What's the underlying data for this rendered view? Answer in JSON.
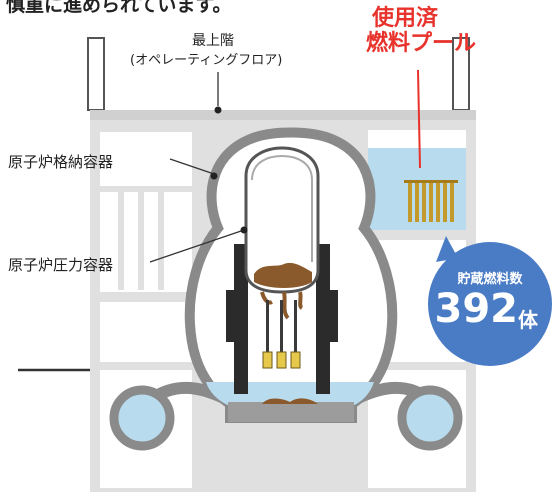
{
  "caption_top": "慎重に進められています。",
  "top_floor": {
    "title": "最上階",
    "subtitle": "(オペレーティングフロア)"
  },
  "labels": {
    "containment_vessel": "原子炉格納容器",
    "pressure_vessel": "原子炉圧力容器"
  },
  "spent_fuel_pool": {
    "title_line1": "使用済",
    "title_line2": "燃料プール"
  },
  "fuel_badge": {
    "label": "貯蔵燃料数",
    "count": "392",
    "unit": "体"
  },
  "colors": {
    "accent_red": "#e8322c",
    "badge_blue": "#4a7cc6",
    "water_blue": "#b8dcee",
    "building_gray": "#dedede",
    "vessel_gray": "#8c8c8c",
    "dark": "#2b2b2b"
  }
}
